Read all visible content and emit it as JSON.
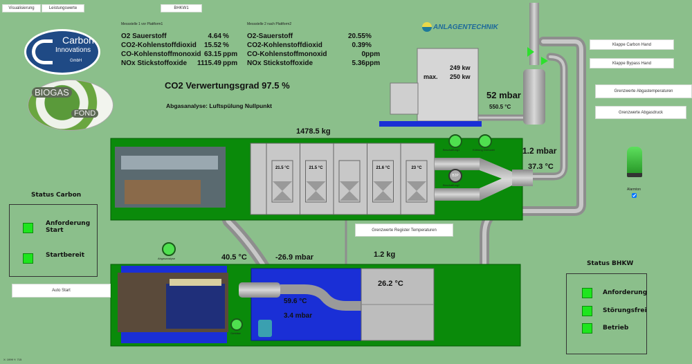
{
  "nav": {
    "visualisierung": "Visualisierung",
    "leistungswerte": "Leistungswerte",
    "bhkw1": "BHKW1"
  },
  "logos": {
    "carbon_line1": "Carbon",
    "carbon_line2": "Innovations",
    "carbon_line3": "GmbH",
    "biogas_line1": "BIOGAS",
    "biogas_line2": "FOND",
    "anlagentechnik": "ANLAGENTECHNIK"
  },
  "messstelle1": {
    "title": "Messstelle 1 vor Plattform1",
    "rows": [
      {
        "label": "O2 Sauerstoff",
        "value": "4.64",
        "unit": "%"
      },
      {
        "label": "CO2-Kohlenstoffdioxid",
        "value": "15.52",
        "unit": "%"
      },
      {
        "label": "CO-Kohlenstoffmonoxid",
        "value": "63.15",
        "unit": "ppm"
      },
      {
        "label": "NOx Stickstoffoxide",
        "value": "1115.49",
        "unit": "ppm"
      }
    ]
  },
  "messstelle2": {
    "title": "Messstelle 2 nach Plattform2",
    "rows": [
      {
        "label": "O2-Sauerstoff",
        "value": "20.55",
        "unit": "%"
      },
      {
        "label": "CO2-Kohlenstoffdioxid",
        "value": "0.39",
        "unit": "%"
      },
      {
        "label": "CO-Kohlenstoffmonoxid",
        "value": "0",
        "unit": "ppm"
      },
      {
        "label": "NOx Stickstoffoxide",
        "value": "5.36",
        "unit": "ppm"
      }
    ]
  },
  "co2_grade": "CO2 Verwertungsgrad  97.5 %",
  "abgasanalyse": "Abgasanalyse:  Luftspülung Nullpunkt",
  "engine": {
    "power": "249  kw",
    "max_label": "max.",
    "max_power": "250  kw",
    "pressure": "52  mbar",
    "temp": "550.5  °C"
  },
  "buttons": {
    "klappe_carbon": "Klappe Carbon Hand",
    "klappe_bypass": "Klappe Bypass Hand",
    "grenz_temp": "Grenzwerte Abgastemperaturen",
    "grenz_druck": "Grenzwerte Abgasdruck",
    "grenz_register": "Grenzwerte Register Temperaturen",
    "auto_start": "Auto Start"
  },
  "alarm": {
    "label": "Alarmton",
    "checked": true
  },
  "platform1": {
    "mass": "1478.5 kg",
    "registers": [
      "21.5  °C",
      "21.5  °C",
      "",
      "21.6  °C",
      "23  °C"
    ],
    "outlet_pressure": "1.2 mbar",
    "outlet_temp": "37.3 °C",
    "fan1": "Beschaffung1",
    "fan2": "Kühlung Drehzahl",
    "fan3": "Beschaffung2",
    "fan3_code": "B2P"
  },
  "platform2": {
    "inlet_temp": "40.5 °C",
    "inlet_pressure": "-26.9 mbar",
    "mass": "1.2 kg",
    "tank_temp": "26.2 °C",
    "blower_temp": "59.6 °C",
    "blower_pressure": "3.4 mbar",
    "fan_abgas": "Abgasanalyse",
    "fan_bottom": "Gebläse"
  },
  "status_carbon": {
    "title": "Status Carbon",
    "items": [
      "Anforderung Start",
      "Startbereit"
    ]
  },
  "status_bhkw": {
    "title": "Status BHKW",
    "items": [
      "Anforderung",
      "Störungsfrei",
      "Betrieb"
    ]
  },
  "coords": "X: 1999 Y: 715",
  "colors": {
    "background": "#8bbf8b",
    "platform": "#0a8a0a",
    "indicator": "#1ee51e",
    "blue": "#1a2fd6"
  }
}
